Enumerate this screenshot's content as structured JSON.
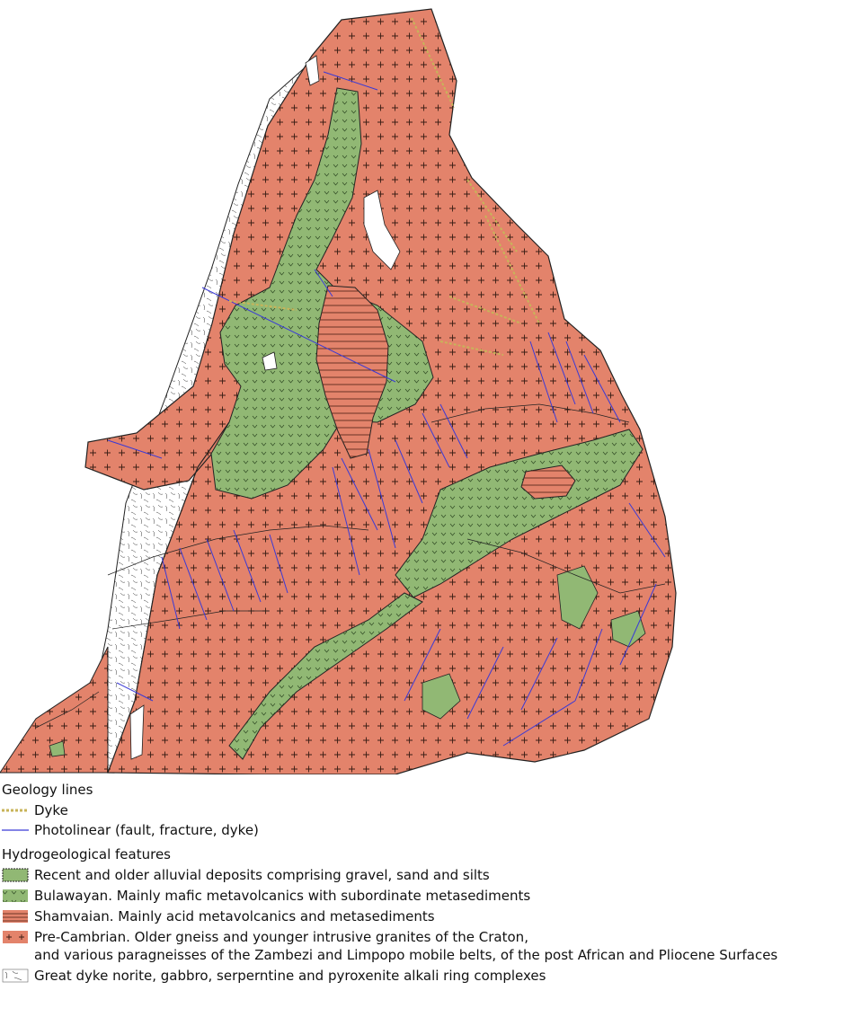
{
  "map": {
    "colors": {
      "precambrian": "#e3836b",
      "bulawayan": "#91b874",
      "outline": "#222222",
      "photolinear": "#3a3ad6",
      "dyke": "#c8b45a",
      "greatdyke": "#ffffff"
    }
  },
  "legend": {
    "lines_title": "Geology lines",
    "lines": [
      {
        "symbol": "dyke-line",
        "label": "Dyke"
      },
      {
        "symbol": "photolinear-line",
        "label": "Photolinear (fault, fracture, dyke)"
      }
    ],
    "features_title": "Hydrogeological features",
    "features": [
      {
        "symbol": "alluvial-swatch",
        "label": "Recent and older alluvial deposits comprising gravel, sand and silts"
      },
      {
        "symbol": "bulawayan-swatch",
        "label": "Bulawayan. Mainly mafic metavolcanics with subordinate metasediments"
      },
      {
        "symbol": "shamvaian-swatch",
        "label": "Shamvaian. Mainly acid metavolcanics and metasediments"
      },
      {
        "symbol": "precambrian-swatch",
        "label": "Pre-Cambrian. Older gneiss and younger intrusive granites of the Craton,",
        "continuation": "and various paragneisses of the Zambezi and Limpopo mobile belts, of the post African and Pliocene Surfaces"
      },
      {
        "symbol": "greatdyke-swatch",
        "label": "Great dyke norite, gabbro, serperntine and pyroxenite alkali ring complexes"
      }
    ]
  }
}
